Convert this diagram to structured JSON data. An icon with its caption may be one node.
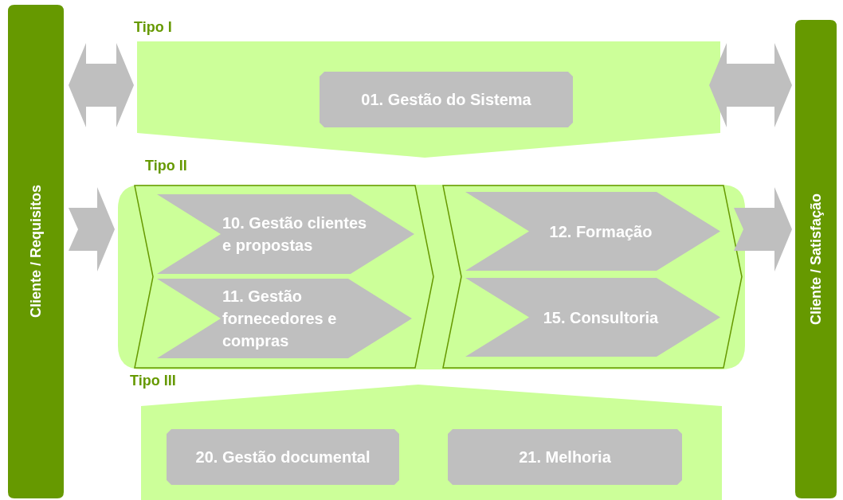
{
  "diagram": {
    "nodes": [
      {
        "text": [
          "Cliente / Requisitos"
        ]
      },
      {
        "text": [
          "Tipo I"
        ]
      },
      {
        "text": [
          "01. Gestão do Sistema"
        ],
        "in": 1
      },
      {
        "text": [
          "Tipo II"
        ]
      },
      {
        "text": [],
        "shape": "chevron",
        "in": 3
      },
      {
        "text": [
          "10. Gestão clientes e propostas"
        ],
        "in": 4
      },
      {
        "text": [
          "11. Gestão fornecedores e compras"
        ],
        "in": 4
      },
      {
        "text": [],
        "shape": "chevron",
        "in": 3
      },
      {
        "text": [
          "12. Formação"
        ],
        "in": 7
      },
      {
        "text": [
          "15. Consultoria"
        ],
        "in": 7
      },
      {
        "text": [
          "Tipo III"
        ]
      },
      {
        "text": [
          "20. Gestão documental"
        ],
        "in": 10
      },
      {
        "text": [
          "21. Melhoria"
        ],
        "in": 10
      },
      {
        "text": [
          "Cliente / Satisfação"
        ]
      }
    ],
    "edges": [
      {
        "from": 0,
        "to": 1,
        "arrow": "both"
      },
      {
        "from": 1,
        "to": 13,
        "arrow": "both"
      },
      {
        "from": 0,
        "to": 3,
        "arrow": "to"
      },
      {
        "from": 3,
        "to": 13,
        "arrow": "to"
      }
    ]
  }
}
